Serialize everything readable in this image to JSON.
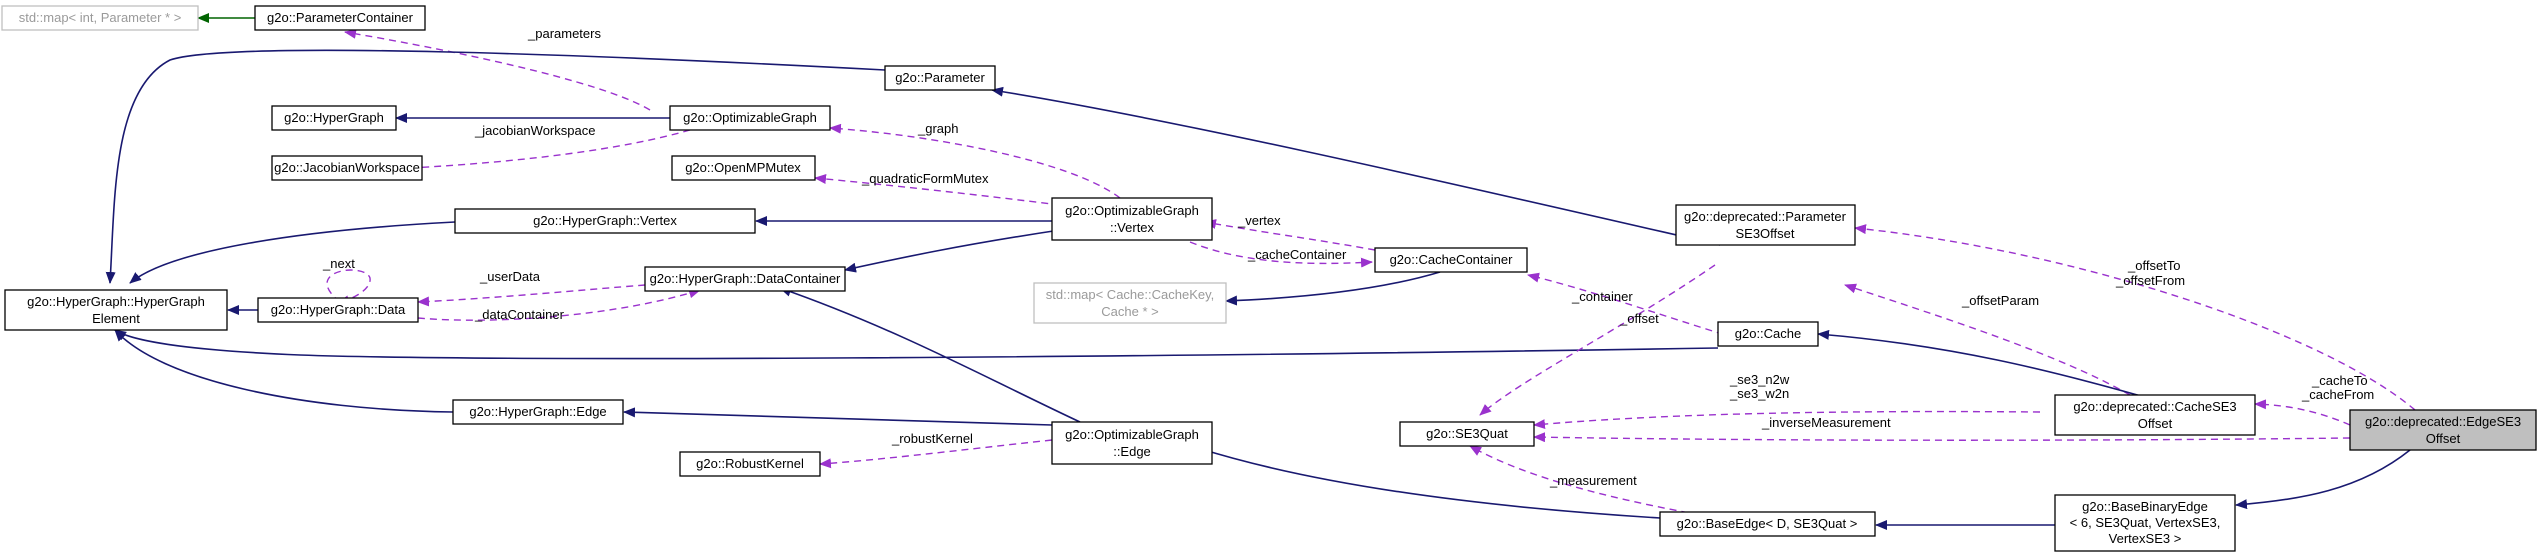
{
  "nodes": {
    "std_map_param": [
      "std::map< int, Parameter * >"
    ],
    "param_container": [
      "g2o::ParameterContainer"
    ],
    "parameter": [
      "g2o::Parameter"
    ],
    "hypergraph": [
      "g2o::HyperGraph"
    ],
    "optimizable_graph": [
      "g2o::OptimizableGraph"
    ],
    "jacobian_workspace": [
      "g2o::JacobianWorkspace"
    ],
    "openmp_mutex": [
      "g2o::OpenMPMutex"
    ],
    "hg_vertex": [
      "g2o::HyperGraph::Vertex"
    ],
    "og_vertex": [
      "g2o::OptimizableGraph",
      "::Vertex"
    ],
    "cache_container": [
      "g2o::CacheContainer"
    ],
    "std_map_cache": [
      "std::map< Cache::CacheKey,",
      "Cache * >"
    ],
    "hg_element": [
      "g2o::HyperGraph::HyperGraph",
      "Element"
    ],
    "hg_data": [
      "g2o::HyperGraph::Data"
    ],
    "hg_datacontainer": [
      "g2o::HyperGraph::DataContainer"
    ],
    "param_se3offset": [
      "g2o::deprecated::Parameter",
      "SE3Offset"
    ],
    "cache": [
      "g2o::Cache"
    ],
    "cache_se3offset": [
      "g2o::deprecated::CacheSE3",
      "Offset"
    ],
    "edge_se3offset": [
      "g2o::deprecated::EdgeSE3",
      "Offset"
    ],
    "hg_edge": [
      "g2o::HyperGraph::Edge"
    ],
    "og_edge": [
      "g2o::OptimizableGraph",
      "::Edge"
    ],
    "se3quat": [
      "g2o::SE3Quat"
    ],
    "robust_kernel": [
      "g2o::RobustKernel"
    ],
    "base_edge": [
      "g2o::BaseEdge< D, SE3Quat >"
    ],
    "base_binary_edge": [
      "g2o::BaseBinaryEdge",
      "< 6, SE3Quat, VertexSE3,",
      "VertexSE3 >"
    ]
  },
  "edge_labels": {
    "parameters": "_parameters",
    "jacobian_workspace": "_jacobianWorkspace",
    "graph": "_graph",
    "quadratic_form_mutex": "_quadraticFormMutex",
    "vertex": "_vertex",
    "cache_container": "_cacheContainer",
    "next": "_next",
    "user_data": "_userData",
    "data_container": "_dataContainer",
    "container": "_container",
    "offset": "_offset",
    "offset_param": "_offsetParam",
    "offset_to_from": [
      "_offsetTo",
      "_offsetFrom"
    ],
    "cache_to_from": [
      "_cacheTo",
      "_cacheFrom"
    ],
    "se3_n2w_w2n": [
      "_se3_n2w",
      "_se3_w2n"
    ],
    "inverse_measurement": "_inverseMeasurement",
    "robust_kernel": "_robustKernel",
    "measurement": "_measurement"
  },
  "colors": {
    "inheritance": "#191970",
    "usage": "#9a32cd",
    "template": "#006400",
    "highlight": "#bfbfbf"
  }
}
